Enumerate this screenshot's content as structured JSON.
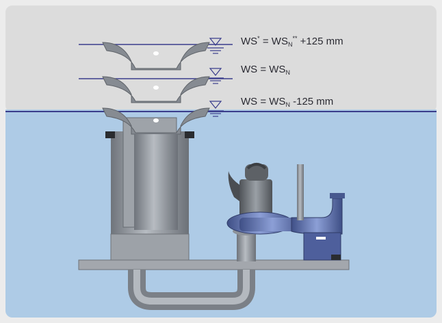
{
  "colors": {
    "air_background": "#dcdcdc",
    "water": "#aecbe6",
    "water_line": "#3a3d8c",
    "pipe_gray": "#8c9198",
    "pump_blue": "#5f74b3",
    "frame_outline": "#e8e8e8"
  },
  "water_levels": [
    {
      "base": "WS",
      "mark": "*",
      "mid": " = WS",
      "sub": "N",
      "sup": "**",
      "suffix": " +125 mm"
    },
    {
      "base": "WS",
      "mark": "",
      "mid": " = WS",
      "sub": "N",
      "sup": "",
      "suffix": ""
    },
    {
      "base": "WS",
      "mark": "",
      "mid": " = WS",
      "sub": "N",
      "sup": "",
      "suffix": " -125 mm"
    }
  ],
  "icons": [
    "water-level-triangle-icon"
  ]
}
